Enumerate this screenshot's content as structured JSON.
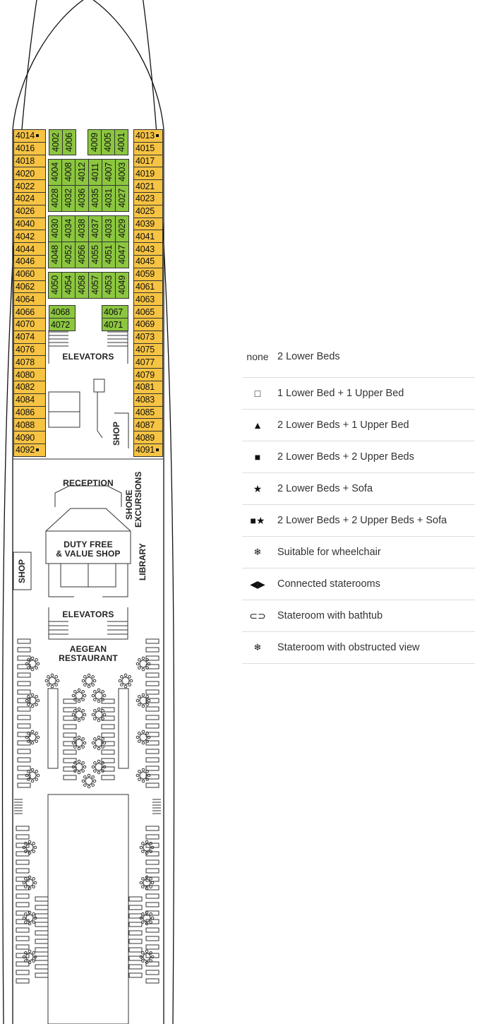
{
  "colors": {
    "standard": "#f6c343",
    "premium": "#8cc63f"
  },
  "cabins": {
    "left": [
      "4014",
      "4016",
      "4018",
      "4020",
      "4022",
      "4024",
      "4026",
      "4040",
      "4042",
      "4044",
      "4046",
      "4060",
      "4062",
      "4064",
      "4066",
      "4070",
      "4074",
      "4076",
      "4078",
      "4080",
      "4082",
      "4084",
      "4086",
      "4088",
      "4090",
      "4092"
    ],
    "right": [
      "4013",
      "4015",
      "4017",
      "4019",
      "4021",
      "4023",
      "4025",
      "4039",
      "4041",
      "4043",
      "4045",
      "4059",
      "4061",
      "4063",
      "4065",
      "4069",
      "4073",
      "4075",
      "4077",
      "4079",
      "4081",
      "4083",
      "4085",
      "4087",
      "4089",
      "4091"
    ],
    "marked": [
      "4014",
      "4013",
      "4092",
      "4091"
    ],
    "center_top_left": [
      "4002",
      "4006"
    ],
    "center_top_right": [
      "4009",
      "4005",
      "4001"
    ],
    "block_a_row1": [
      "4004",
      "4008",
      "4012",
      "4011",
      "4007",
      "4003"
    ],
    "block_a_row2": [
      "4028",
      "4032",
      "4036",
      "4035",
      "4031",
      "4027"
    ],
    "block_b_row1": [
      "4030",
      "4034",
      "4038",
      "4037",
      "4033",
      "4029"
    ],
    "block_b_row2": [
      "4048",
      "4052",
      "4056",
      "4055",
      "4051",
      "4047"
    ],
    "block_c_row1": [
      "4050",
      "4054",
      "4058",
      "4057",
      "4053",
      "4049"
    ],
    "small_left": [
      "4068",
      "4072"
    ],
    "small_right": [
      "4067",
      "4071"
    ]
  },
  "areas": {
    "elevators_fwd": "ELEVATORS",
    "shop_fwd": "SHOP",
    "reception": "RECEPTION",
    "shore_excursions_1": "SHORE",
    "shore_excursions_2": "EXCURSIONS",
    "duty_free_1": "DUTY FREE",
    "duty_free_2": "& VALUE SHOP",
    "library": "LIBRARY",
    "shop_mid": "SHOP",
    "elevators_mid": "ELEVATORS",
    "restaurant_1": "AEGEAN",
    "restaurant_2": "RESTAURANT"
  },
  "legend": [
    {
      "icon": "none",
      "symbol": "none",
      "label": "2 Lower Beds"
    },
    {
      "icon": "open-square",
      "symbol": "□",
      "label": "1 Lower Bed + 1 Upper Bed"
    },
    {
      "icon": "triangle",
      "symbol": "▲",
      "label": "2 Lower Beds + 1 Upper Bed"
    },
    {
      "icon": "filled-square",
      "symbol": "■",
      "label": "2 Lower Beds + 2 Upper Beds"
    },
    {
      "icon": "star",
      "symbol": "★",
      "label": "2 Lower Beds + Sofa"
    },
    {
      "icon": "square-star",
      "symbol": "■★",
      "label": "2 Lower Beds + 2 Upper Beds + Sofa"
    },
    {
      "icon": "wheelchair",
      "symbol": "❄",
      "label": "Suitable for wheelchair"
    },
    {
      "icon": "connected",
      "symbol": "◀▶",
      "label": "Connected staterooms"
    },
    {
      "icon": "bathtub",
      "symbol": "⊂⊃",
      "label": "Stateroom with bathtub"
    },
    {
      "icon": "obstructed",
      "symbol": "❄",
      "label": "Stateroom with obstructed view"
    }
  ]
}
